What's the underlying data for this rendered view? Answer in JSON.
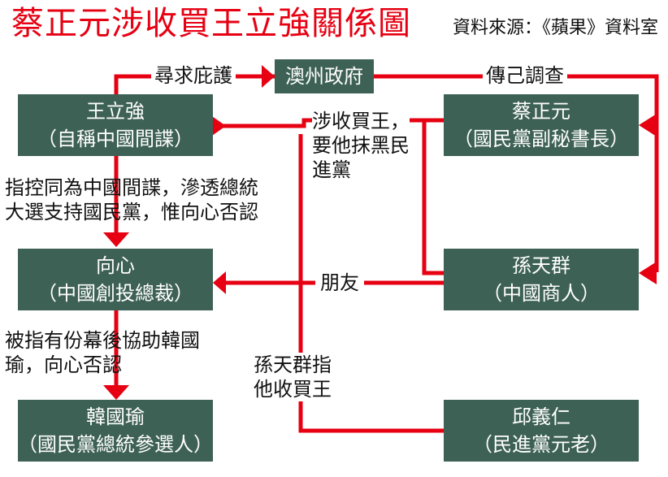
{
  "title": "蔡正元涉收買王立強關係圖",
  "source": "資料來源：《蘋果》資料室",
  "colors": {
    "accent": "#e60012",
    "box": "#3e6156",
    "box_text": "#ffffff"
  },
  "nodes": {
    "macau": {
      "name": "澳州政府"
    },
    "wang": {
      "name": "王立強",
      "role": "（自稱中國間諜）"
    },
    "tsai": {
      "name": "蔡正元",
      "role": "（國民黨副秘書長）"
    },
    "xiang": {
      "name": "向心",
      "role": "（中國創投總裁）"
    },
    "sun": {
      "name": "孫天群",
      "role": "（中國商人）"
    },
    "han": {
      "name": "韓國瑜",
      "role": "（國民黨總統參選人）"
    },
    "chiu": {
      "name": "邱義仁",
      "role": "（民進黨元老）"
    }
  },
  "edges": {
    "seek_protection": "尋求庇護",
    "summon": "傳己調查",
    "bribe_line1": "涉收買王，",
    "bribe_line2": "要他抹黑民",
    "bribe_line3": "進黨",
    "accuse_line1": "指控同為中國間諜，滲透總統",
    "accuse_line2": "大選支持國民黨，惟向心否認",
    "friend": "朋友",
    "assist_line1": "被指有份幕後協助韓國",
    "assist_line2": "瑜，向心否認",
    "sun_line1": "孫天群指",
    "sun_line2": "他收買王"
  }
}
